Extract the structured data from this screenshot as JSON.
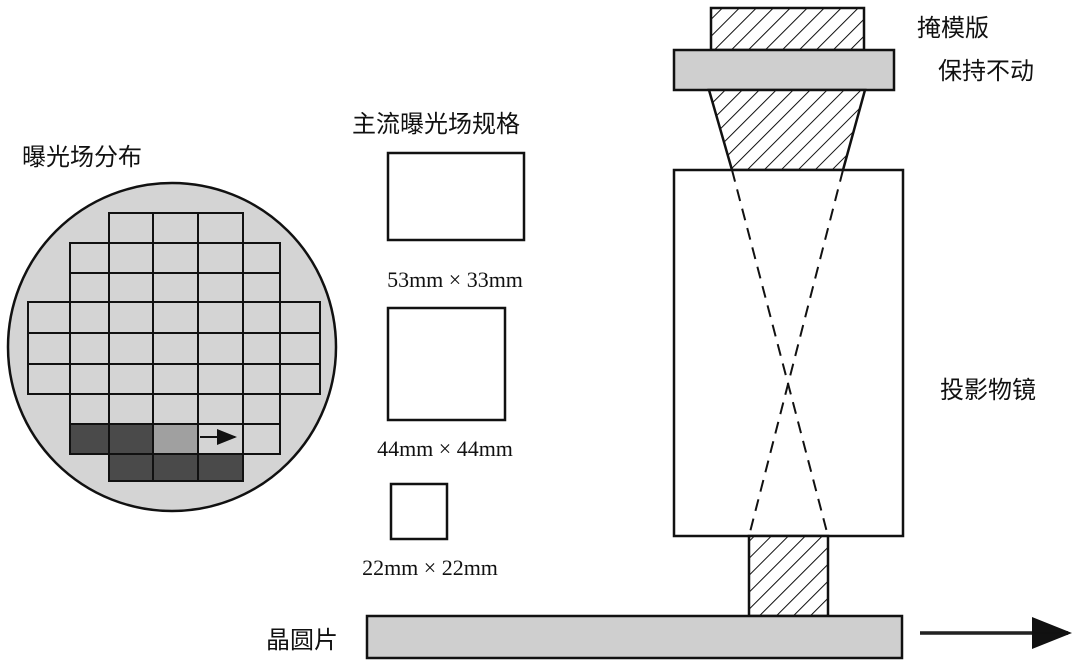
{
  "labels": {
    "field_distribution": "曝光场分布",
    "field_specs": "主流曝光场规格",
    "mask": "掩模版",
    "mask_status": "保持不动",
    "lens": "投影物镜",
    "wafer": "晶圆片"
  },
  "field_sizes": [
    {
      "label": "53mm × 33mm",
      "width_mm": 53,
      "height_mm": 33
    },
    {
      "label": "44mm × 44mm",
      "width_mm": 44,
      "height_mm": 44
    },
    {
      "label": "22mm × 22mm",
      "width_mm": 22,
      "height_mm": 22
    }
  ],
  "colors": {
    "wafer_disc": "#d4d4d4",
    "exposed_field": "#4a4a4a",
    "current_field": "#a0a0a0",
    "stage": "#cfcfcf",
    "line": "#111111"
  }
}
